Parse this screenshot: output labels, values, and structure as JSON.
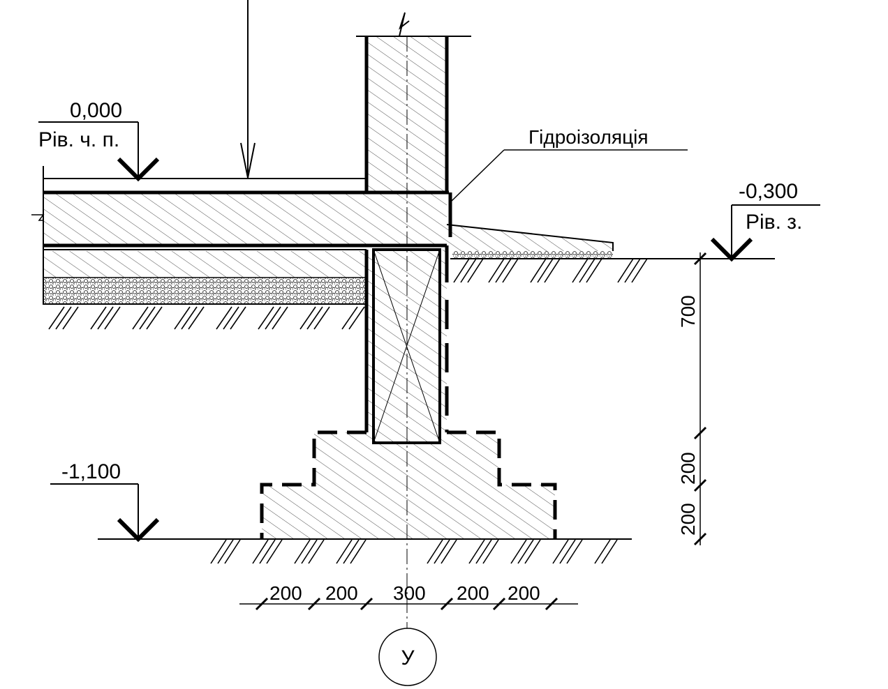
{
  "levels": {
    "floor": {
      "value": "0,000",
      "caption": "Рів. ч. п."
    },
    "ground": {
      "value": "-0,300",
      "caption": "Рів. з."
    },
    "footing_base": {
      "value": "-1,100"
    }
  },
  "callouts": {
    "waterproofing": "Гідроізоляція"
  },
  "vertical_dims": [
    "700",
    "200",
    "200"
  ],
  "horizontal_dims": [
    "200",
    "200",
    "300",
    "200",
    "200"
  ],
  "axis": {
    "label": "У"
  },
  "colors": {
    "line": "#000000",
    "background": "#ffffff"
  }
}
